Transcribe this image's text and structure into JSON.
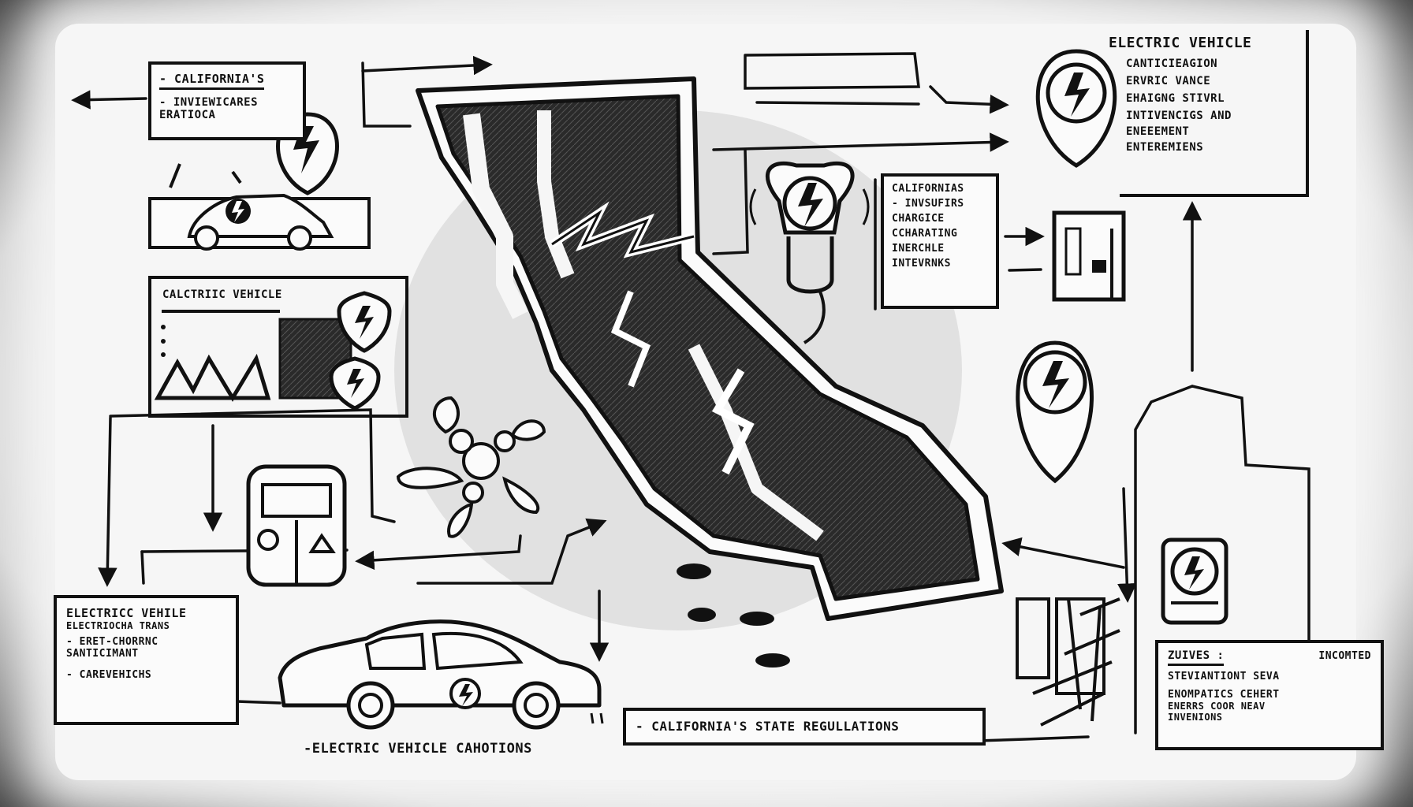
{
  "boxes": {
    "top_left": {
      "title": "- CALIFORNIA'S",
      "lines": [
        "- INVIEWICARES",
        "ERATIOCA"
      ]
    },
    "middle_left": {
      "title": "CALCTRIIC VEHICLE"
    },
    "bottom_left": {
      "title": "ELECTRICC VEHILE",
      "lines": [
        "ELECTRIOCHA TRANS",
        "- ERET-CHORRNC",
        "SANTICIMANT",
        "- CAREVEHICHS"
      ]
    },
    "center_right": {
      "lines": [
        "CALIFORNIAS",
        "- INVSUFIRS",
        "CHARGICE",
        "CCHARATING",
        "INERCHLE",
        "INTEVRNKS"
      ]
    },
    "top_right": {
      "title": "ELECTRIC VEHICLE",
      "lines": [
        "CANTICIEAGION",
        "ERVRIC VANCE",
        "EHAIGNG STIVRL",
        "INTIVENCIGS AND",
        "ENEEEMENT",
        "ENTEREMIENS"
      ]
    },
    "bottom_right": {
      "title": "ZUIVES :",
      "title_right": "INCOMTED",
      "lines": [
        "STEVIANTIONT SEVA",
        "ENOMPATICS CEHERT",
        "ENERRS COOR NEAV",
        "INVENIONS"
      ]
    },
    "bottom_center": {
      "label": "- CALIFORNIA'S STATE REGULLATIONS"
    }
  },
  "captions": {
    "car": "-ELECTRIC VEHICLE CAHOTIONS"
  },
  "icons": [
    "lightning-bolt-icon",
    "map-pin-icon",
    "car-icon",
    "shield-icon",
    "charging-station-icon",
    "power-grid-icon"
  ]
}
